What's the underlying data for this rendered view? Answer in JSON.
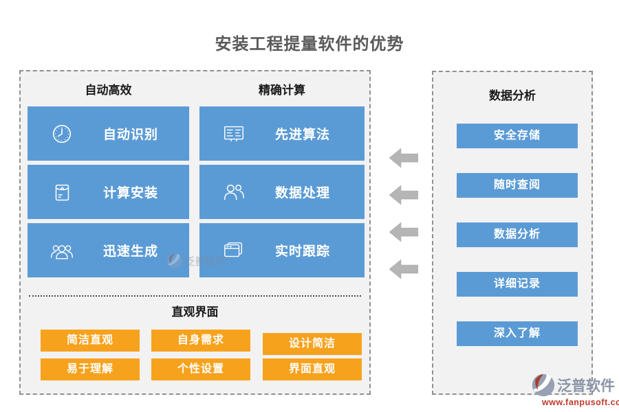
{
  "title": "安装工程提量软件的优势",
  "colors": {
    "blue": "#5B9BD5",
    "orange": "#F7A21C",
    "panel_bg": "#F2F2F2",
    "arrow": "#B5B5B5",
    "title_text": "#595959"
  },
  "left_panel": {
    "columns": [
      {
        "header": "自动高效",
        "items": [
          {
            "icon": "clock-icon",
            "label": "自动识别"
          },
          {
            "icon": "envelope-icon",
            "label": "计算安装"
          },
          {
            "icon": "people-group-icon",
            "label": "迅速生成"
          }
        ]
      },
      {
        "header": "精确计算",
        "items": [
          {
            "icon": "list-board-icon",
            "label": "先进算法"
          },
          {
            "icon": "two-users-icon",
            "label": "数据处理"
          },
          {
            "icon": "stacked-windows-icon",
            "label": "实时跟踪"
          }
        ]
      }
    ],
    "bottom_section": {
      "header": "直观界面",
      "buttons": [
        "简洁直观",
        "自身需求",
        "设计简洁",
        "易于理解",
        "个性设置",
        "界面直观"
      ]
    }
  },
  "arrows": {
    "icon": "arrow-left-icon",
    "count": 4
  },
  "right_panel": {
    "header": "数据分析",
    "buttons": [
      "安全存储",
      "随时查阅",
      "数据分析",
      "详细记录",
      "深入了解"
    ]
  },
  "watermark": {
    "name": "泛普软件"
  },
  "logo": {
    "name": "泛普软件",
    "url": "www.fanpusoft.com"
  }
}
